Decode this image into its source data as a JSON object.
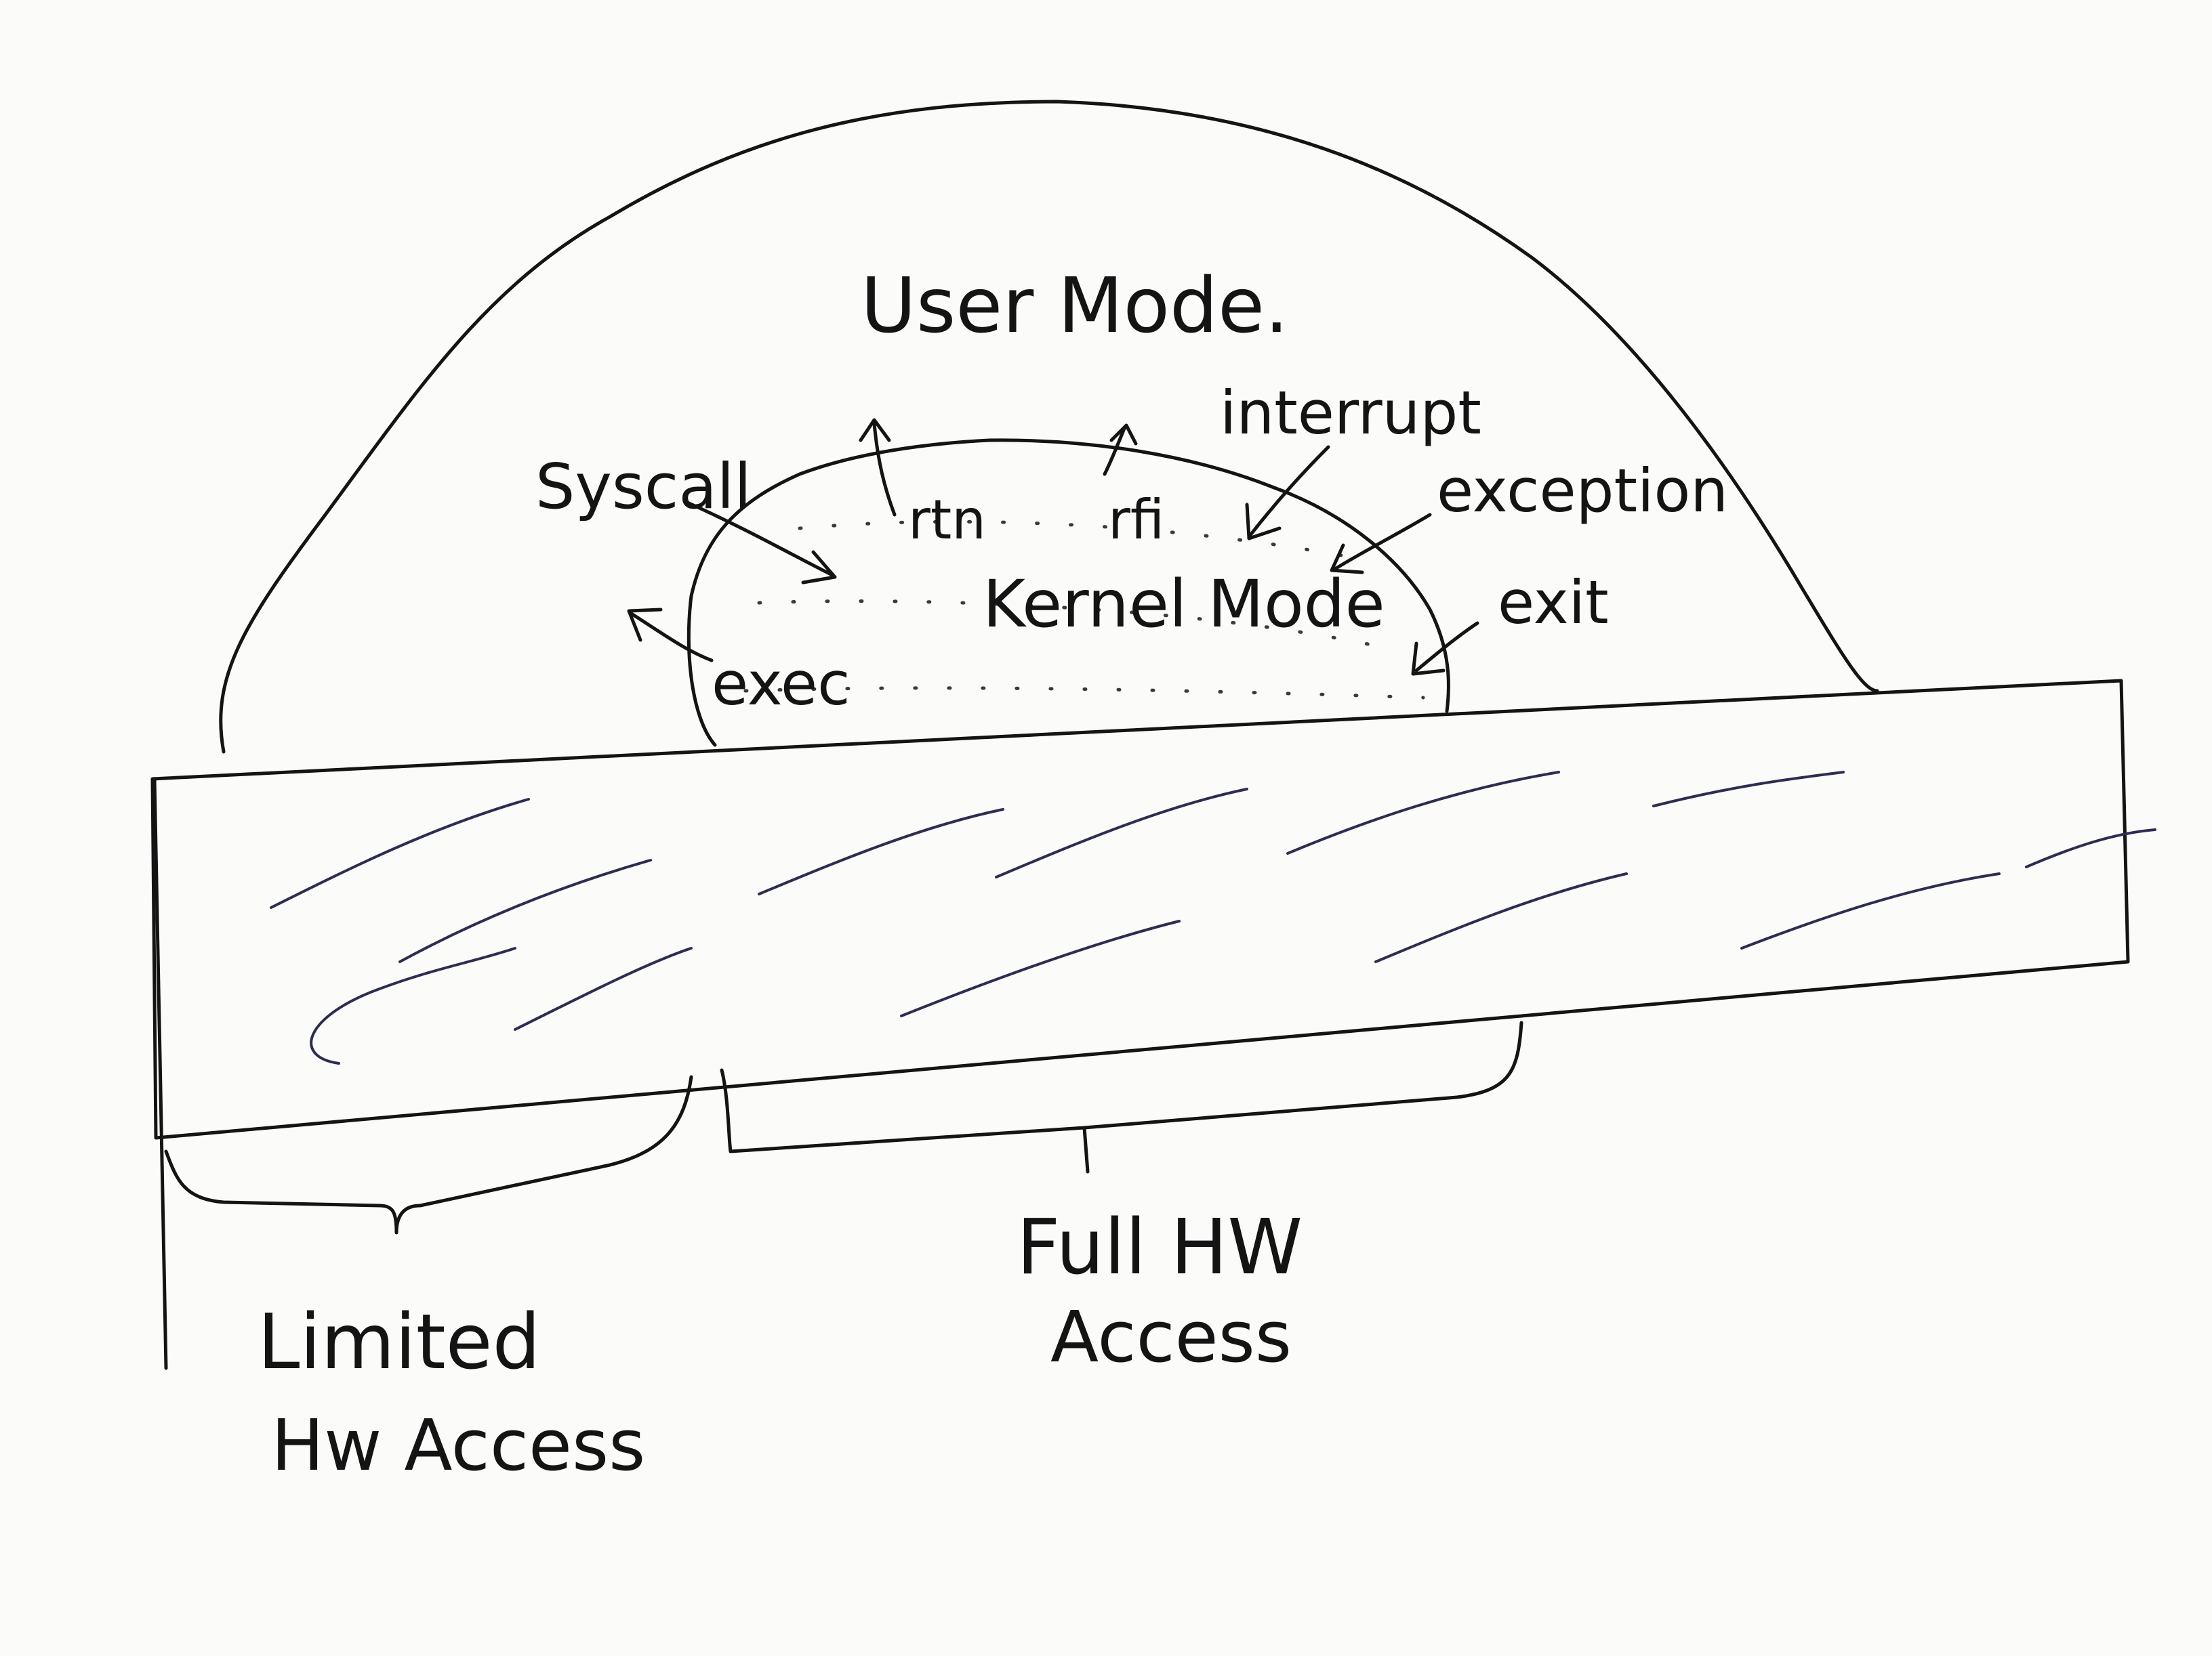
{
  "regions": {
    "user_mode": "User Mode.",
    "kernel_mode": "Kernel Mode"
  },
  "transitions": {
    "syscall": "Syscall",
    "rtn": "rtn",
    "rfi": "rfi",
    "interrupt": "interrupt",
    "exception": "exception",
    "exit": "exit",
    "exec": "exec"
  },
  "access": {
    "limited_line1": "Limited",
    "limited_line2": "Hw Access",
    "full_line1": "Full HW",
    "full_line2": "Access"
  }
}
